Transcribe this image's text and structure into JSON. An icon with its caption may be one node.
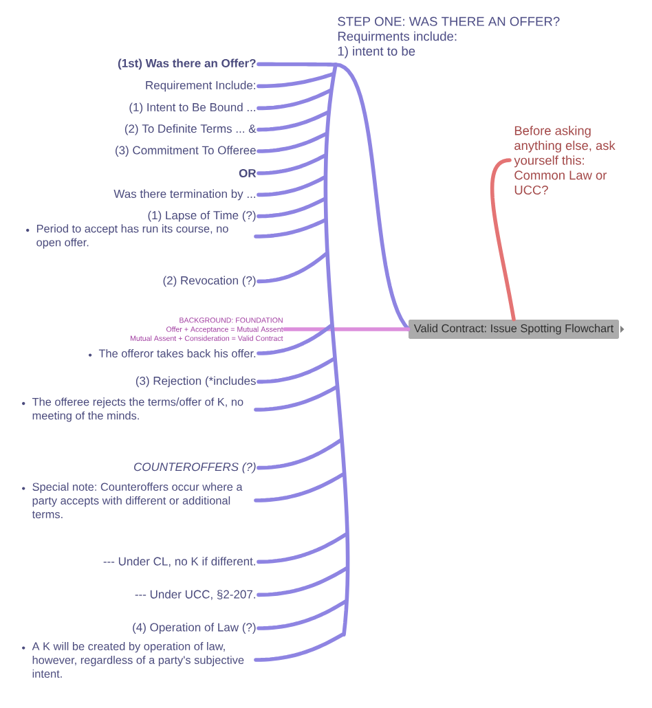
{
  "diagram": {
    "nodes": [
      {
        "text": [
          "Valid Contract: Issue Spotting Flowchart"
        ]
      },
      {
        "text": [
          "STEP ONE: WAS THERE AN OFFER?",
          "Requirments include:",
          "1) intent to be"
        ]
      },
      {
        "text": [
          "Before asking anything else, ask yourself this: Common Law or UCC?"
        ]
      },
      {
        "text": [
          "BACKGROUND: FOUNDATION",
          "Offer + Acceptance = Mutual Assent",
          "Mutual Assent + Consideration = Valid Contract"
        ]
      },
      {
        "text": [
          "(1st) Was there an Offer?"
        ]
      },
      {
        "text": [
          "Requirement Include:"
        ]
      },
      {
        "text": [
          "(1) Intent to Be Bound ..."
        ]
      },
      {
        "text": [
          "(2) To Definite Terms ... &"
        ]
      },
      {
        "text": [
          "(3) Commitment To Offeree"
        ]
      },
      {
        "text": [
          "OR"
        ]
      },
      {
        "text": [
          "Was there termination by ..."
        ]
      },
      {
        "text": [
          "(1) Lapse of Time (?)"
        ]
      },
      {
        "text": [
          "Period to accept has run its course, no open offer."
        ]
      },
      {
        "text": [
          "(2) Revocation (?)"
        ]
      },
      {
        "text": [
          "The offeror takes back his offer."
        ]
      },
      {
        "text": [
          "(3) Rejection (*includes"
        ]
      },
      {
        "text": [
          "The offeree rejects the terms/offer of K, no meeting of the minds."
        ]
      },
      {
        "text": [
          "COUNTEROFFERS (?)"
        ]
      },
      {
        "text": [
          "Special note: Counteroffers occur where a party accepts with different or additional terms."
        ]
      },
      {
        "text": [
          "--- Under CL, no K if different."
        ]
      },
      {
        "text": [
          "--- Under UCC, §2-207."
        ]
      },
      {
        "text": [
          "(4) Operation of Law (?)"
        ]
      },
      {
        "text": [
          "A K will be created by operation of law, however, regardless of a party's subjective intent."
        ]
      }
    ],
    "edges": [
      {
        "from": 0,
        "to": 1,
        "arrow": "none"
      },
      {
        "from": 0,
        "to": 2,
        "arrow": "none",
        "color": "#e47474"
      },
      {
        "from": 0,
        "to": 3,
        "arrow": "none",
        "color": "#dc8fdc"
      },
      {
        "from": 1,
        "to": 4,
        "arrow": "none"
      },
      {
        "from": 1,
        "to": 5,
        "arrow": "none"
      },
      {
        "from": 1,
        "to": 6,
        "arrow": "none"
      },
      {
        "from": 1,
        "to": 7,
        "arrow": "none"
      },
      {
        "from": 1,
        "to": 8,
        "arrow": "none"
      },
      {
        "from": 1,
        "to": 9,
        "arrow": "none"
      },
      {
        "from": 1,
        "to": 10,
        "arrow": "none"
      },
      {
        "from": 1,
        "to": 11,
        "arrow": "none"
      },
      {
        "from": 1,
        "to": 12,
        "arrow": "none"
      },
      {
        "from": 1,
        "to": 13,
        "arrow": "none"
      },
      {
        "from": 1,
        "to": 14,
        "arrow": "none"
      },
      {
        "from": 1,
        "to": 15,
        "arrow": "none"
      },
      {
        "from": 1,
        "to": 16,
        "arrow": "none"
      },
      {
        "from": 1,
        "to": 17,
        "arrow": "none"
      },
      {
        "from": 1,
        "to": 18,
        "arrow": "none"
      },
      {
        "from": 1,
        "to": 19,
        "arrow": "none"
      },
      {
        "from": 1,
        "to": 20,
        "arrow": "none"
      },
      {
        "from": 1,
        "to": 21,
        "arrow": "none"
      },
      {
        "from": 1,
        "to": 22,
        "arrow": "none"
      }
    ]
  }
}
